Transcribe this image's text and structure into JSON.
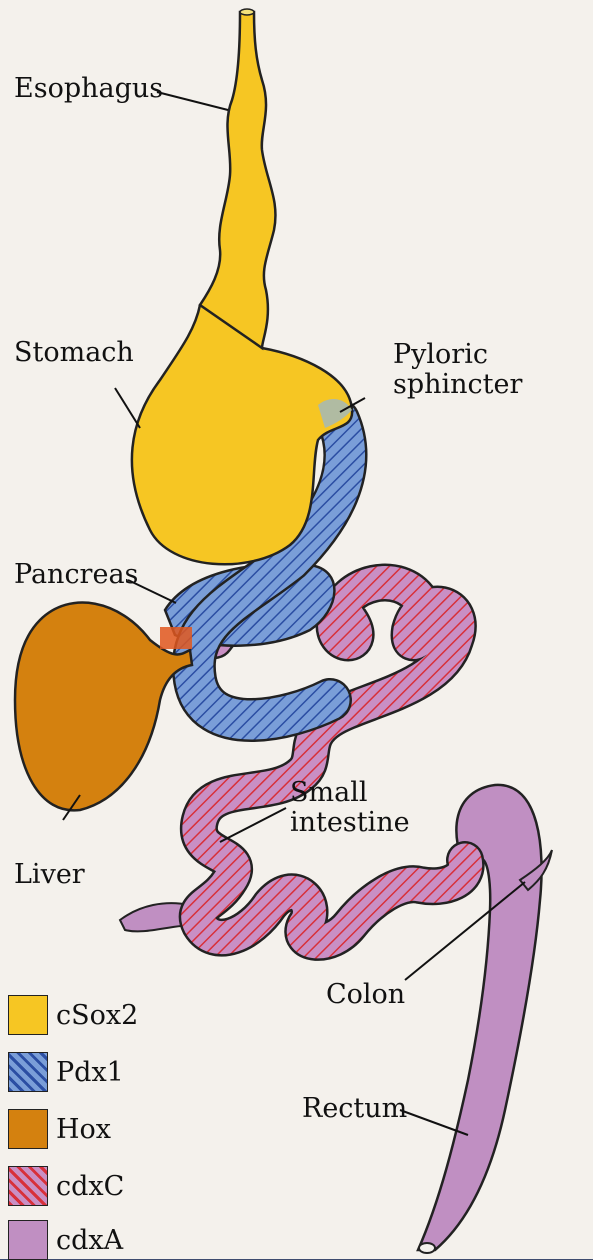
{
  "labels": {
    "esophagus": "Esophagus",
    "stomach": "Stomach",
    "pyloric_line1": "Pyloric",
    "pyloric_line2": "sphincter",
    "pancreas": "Pancreas",
    "liver": "Liver",
    "small_line1": "Small",
    "small_line2": "intestine",
    "colon": "Colon",
    "rectum": "Rectum"
  },
  "legend": [
    {
      "name": "cSox2",
      "color": "#f6c623",
      "pattern": "solid"
    },
    {
      "name": "Pdx1",
      "color": "#7a9ed8",
      "pattern": "hatched"
    },
    {
      "name": "Hox",
      "color": "#d4810f",
      "pattern": "solid"
    },
    {
      "name": "cdxC",
      "color": "#c98fc4",
      "pattern": "hatched"
    },
    {
      "name": "cdxA",
      "color": "#c08fc2",
      "pattern": "solid"
    }
  ],
  "colors": {
    "background": "#f4f1ec",
    "outline": "#222222",
    "hatch_pdx1": "#2b4ea3",
    "hatch_cdxC": "#d8303a"
  }
}
